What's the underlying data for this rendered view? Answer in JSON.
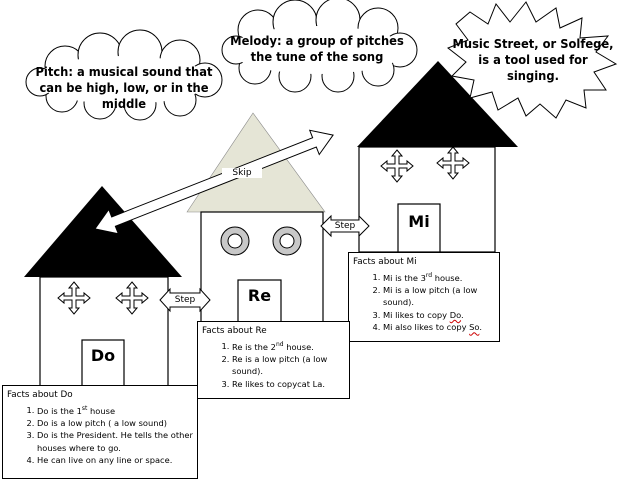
{
  "clouds": {
    "pitch": [
      "Pitch: a musical sound that",
      "can be high, low, or in the middle"
    ],
    "melody": [
      "Melody: a group of pitches",
      "the tune of the song"
    ],
    "solfege": [
      "Music Street, or Solfege,",
      "is a tool used for singing."
    ]
  },
  "houses": {
    "do": "Do",
    "re": "Re",
    "mi": "Mi"
  },
  "arrows": {
    "skip": "Skip",
    "step_do_re": "Step",
    "step_re_mi": "Step"
  },
  "facts_do": {
    "title": "Facts about Do",
    "items": [
      {
        "pre": "Do is the 1",
        "sup": "st",
        "post": " house"
      },
      {
        "pre": "Do is a low pitch ( a low sound)"
      },
      {
        "pre": "Do is the President.  He tells the other houses where to go."
      },
      {
        "pre": "He can live on any line or space."
      }
    ]
  },
  "facts_re": {
    "title": "Facts about Re",
    "items": [
      {
        "pre": "Re is the 2",
        "sup": "nd",
        "post": " house."
      },
      {
        "pre": "Re is a low pitch (a low sound)."
      },
      {
        "pre": "Re likes to copycat La."
      }
    ]
  },
  "facts_mi": {
    "title": "Facts about Mi",
    "items": [
      {
        "pre": "Mi is the 3",
        "sup": "rd",
        "post": " house."
      },
      {
        "pre": "Mi is a low pitch (a low sound)."
      },
      {
        "pre": "Mi likes to copy ",
        "wavy": "Do",
        "post": "."
      },
      {
        "pre": "Mi also likes to copy ",
        "wavy": "So",
        "post": "."
      }
    ]
  }
}
